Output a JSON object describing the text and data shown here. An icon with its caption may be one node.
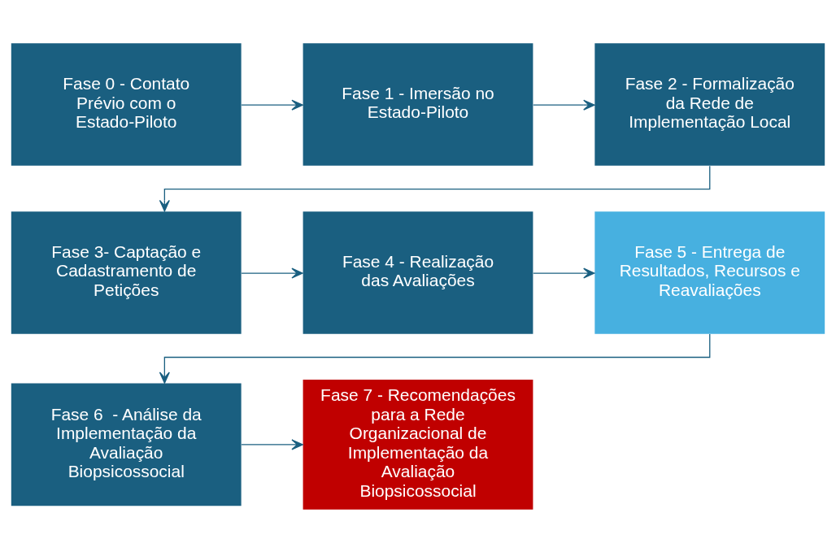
{
  "diagram": {
    "nodes": [
      {
        "text": [
          "Fase 0 - Contato Prévio com o Estado-Piloto"
        ]
      },
      {
        "text": [
          "Fase 1 - Imersão no Estado-Piloto"
        ]
      },
      {
        "text": [
          "Fase 2 - Formalização da Rede de Implementação Local"
        ]
      },
      {
        "text": [
          "Fase 3- Captação e Cadastramento de Petições"
        ]
      },
      {
        "text": [
          "Fase 4 - Realização das Avaliações"
        ]
      },
      {
        "text": [
          "Fase 5 - Entrega de Resultados, Recursos e Reavaliações"
        ]
      },
      {
        "text": [
          "Fase 6  - Análise da Implementação da Avaliação Biopsicossocial"
        ]
      },
      {
        "text": [
          "Fase 7 - Recomendações para a Rede Organizacional de Implementação da Avaliação Biopsicossocial"
        ]
      }
    ],
    "edges": [
      {
        "from": 0,
        "to": 1,
        "arrow": "to"
      },
      {
        "from": 1,
        "to": 2,
        "arrow": "to"
      },
      {
        "from": 2,
        "to": 3,
        "arrow": "to"
      },
      {
        "from": 3,
        "to": 4,
        "arrow": "to"
      },
      {
        "from": 4,
        "to": 5,
        "arrow": "to"
      },
      {
        "from": 5,
        "to": 6,
        "arrow": "to"
      },
      {
        "from": 6,
        "to": 7,
        "arrow": "to"
      }
    ]
  }
}
